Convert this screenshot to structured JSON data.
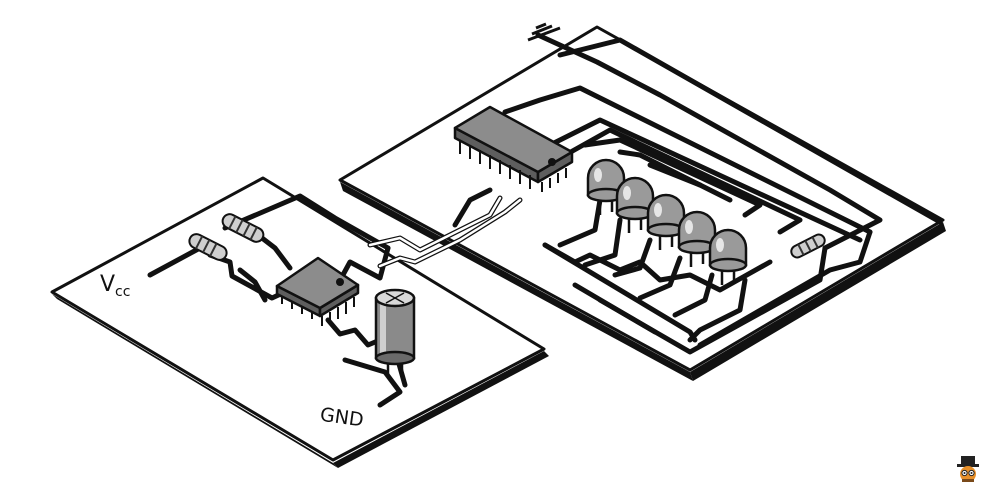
{
  "labels": {
    "vcc_main": "V",
    "vcc_sub": "cc",
    "gnd": "GND"
  },
  "colors": {
    "ink": "#111111",
    "chip": "#8c8c8c",
    "led": "#9a9a9a",
    "capacitor": "#8a8a8a",
    "mascot_orange": "#e8902a"
  },
  "icons": {
    "ground": "ground-symbol-icon",
    "mascot": "mascot-hat-icon"
  }
}
